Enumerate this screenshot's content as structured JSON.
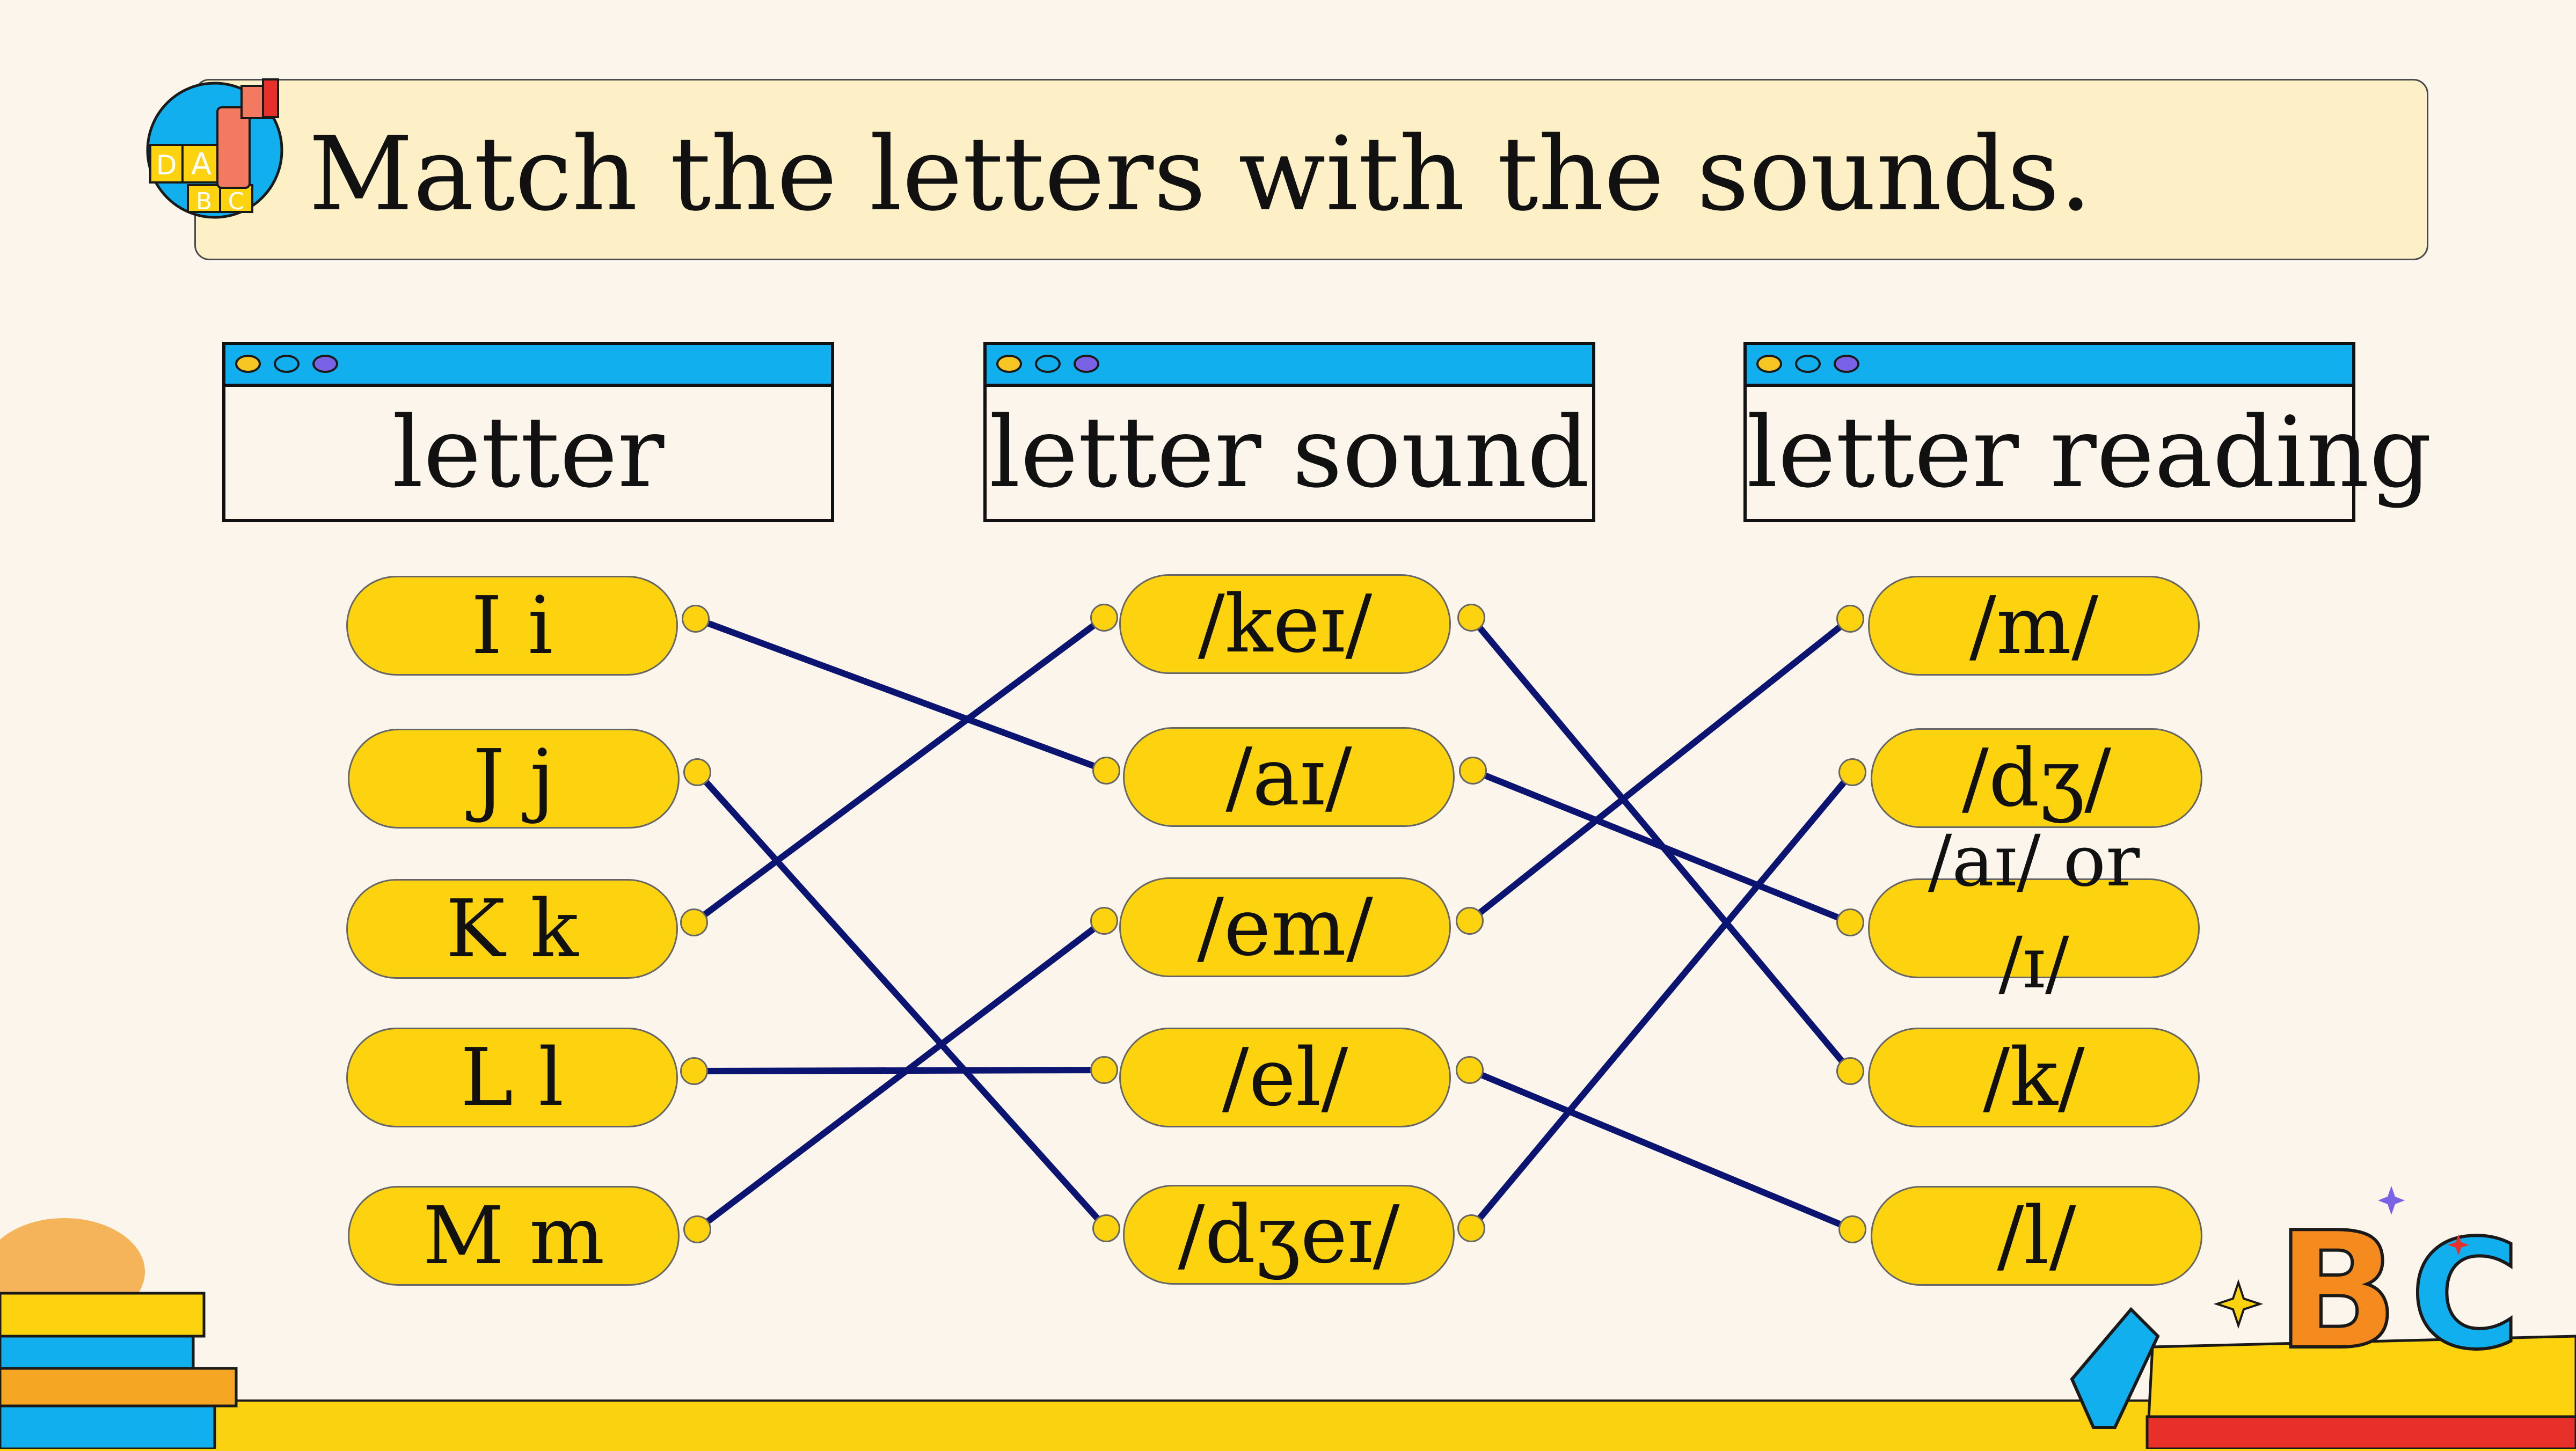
{
  "title": "Match the letters with the sounds.",
  "headers": [
    "letter",
    "letter sound",
    "letter reading"
  ],
  "letters": [
    "I i",
    "J j",
    "K k",
    "L l",
    "M m"
  ],
  "sounds": [
    "/keɪ/",
    "/aɪ/",
    "/em/",
    "/el/",
    "/dʒeɪ/"
  ],
  "readings": [
    "/m/",
    "/dʒ/",
    "/aɪ/ or /ɪ/",
    "/k/",
    "/l/"
  ],
  "matches_letter_to_sound": [
    [
      0,
      1
    ],
    [
      1,
      4
    ],
    [
      2,
      0
    ],
    [
      3,
      3
    ],
    [
      4,
      2
    ]
  ],
  "matches_sound_to_reading": [
    [
      0,
      3
    ],
    [
      1,
      2
    ],
    [
      2,
      0
    ],
    [
      3,
      4
    ],
    [
      4,
      1
    ]
  ],
  "decorations": {
    "top_left": "abc-blocks-icon",
    "bottom_left": "books-icon",
    "bottom_right": "abc-letters-icon"
  },
  "colors": {
    "background": "#FCF5EC",
    "banner": "#FDEFC6",
    "pill": "#FDD20F",
    "window_bar": "#12AFEF",
    "line": "#0B1470"
  }
}
